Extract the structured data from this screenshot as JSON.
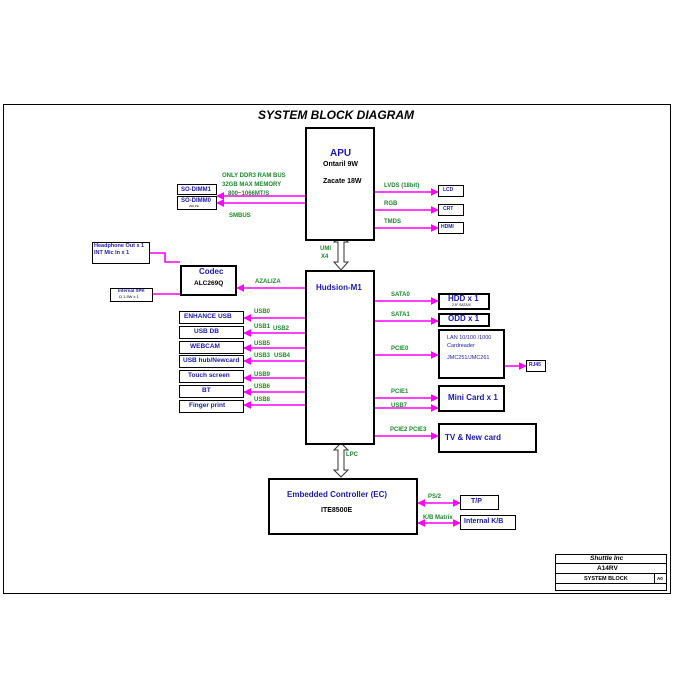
{
  "title": "SYSTEM BLOCK DIAGRAM",
  "apu": {
    "title": "APU",
    "line1": "Ontaril  9W",
    "line2": "Zacate  18W"
  },
  "memory": {
    "note1": "ONLY DDR3 RAM BUS",
    "note2": "32GB MAX MEMORY",
    "note3": "800~1066MT/S",
    "dimm1": "SO-DIMM1",
    "dimm0": "SO-DIMM0",
    "dimm_pin": "200 Pin",
    "smbus": "SMBUS"
  },
  "display": {
    "lvds": "LVDS   (18bit)",
    "lcd": "LCD",
    "rgb": "RGB",
    "crt": "CRT",
    "tmds": "TMDS",
    "hdmi": "HDMI"
  },
  "umi": {
    "l1": "UMI",
    "l2": "X4"
  },
  "hudson": {
    "title": "Hudsion-M1"
  },
  "audio": {
    "headphone1": "Headphone Out x 1",
    "headphone2": "INT Mic In x 1",
    "codec_title": "Codec",
    "codec_chip": "ALC269Q",
    "azalia": "AZALIZA",
    "spk1": "Internal SPK",
    "spk2": "Ω 1.5W x 1"
  },
  "usb": {
    "enhance": "ENHANCE USB",
    "usb0": "USB0",
    "usbdb": "USB DB",
    "usb1": "USB1",
    "usb2": "USB2",
    "webcam": "WEBCAM",
    "usb5": "USB5",
    "hub": "USB hub/Newcard",
    "usb3": "USB3",
    "usb4": "USB4",
    "touch": "Touch screen",
    "usb9": "USB9",
    "bt": "BT",
    "usb6": "USB6",
    "finger": "Finger print",
    "usb8": "USB8"
  },
  "storage": {
    "sata0": "SATA0",
    "hdd": "HDD x 1",
    "hdd_sub": "2.5\" SATA/II",
    "sata1": "SATA1",
    "odd": "ODD x 1"
  },
  "lan": {
    "pcie0": "PCIE0",
    "l1": "LAN 10/100 /1000",
    "l2": "Cardreader",
    "l3": "JMC251/JMC261",
    "rj45": "RJ45"
  },
  "minicard": {
    "pcie1": "PCIE1",
    "usb7": "USB7",
    "label": "Mini Card x 1"
  },
  "tv": {
    "pcie": "PCIE2 PCIE3",
    "label": "TV & New card"
  },
  "lpc": "LPC",
  "ec": {
    "title": "Embedded Controller (EC)",
    "chip": "ITE8500E",
    "ps2": "PS/2",
    "tp": "T/P",
    "kb_matrix": "K/B Matrix",
    "kb": "Internal K/B"
  },
  "titleblock": {
    "company": "Shuttle Inc",
    "model": "A14RV",
    "sheet": "SYSTEM BLOCK",
    "rev": "A0"
  },
  "colors": {
    "bus": "#ff00ff",
    "blue_text": "#1a1aa8",
    "green_text": "#1a8a2a"
  }
}
